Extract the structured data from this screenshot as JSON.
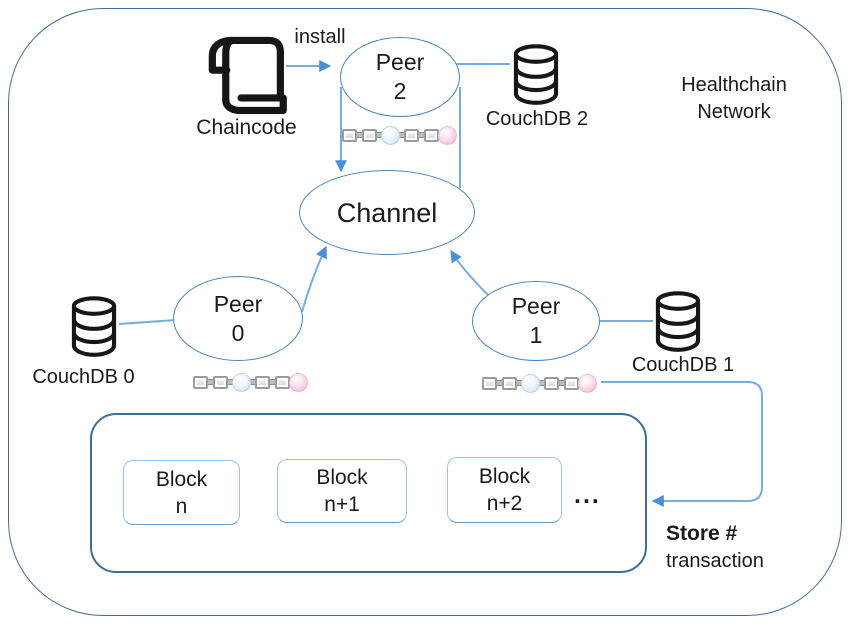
{
  "network": {
    "name_line1": "Healthchain",
    "name_line2": "Network"
  },
  "chaincode": {
    "label": "Chaincode",
    "action_label": "install"
  },
  "channel": {
    "label": "Channel"
  },
  "peers": [
    {
      "id": "peer-2",
      "name_line1": "Peer",
      "name_line2": "2",
      "db_label": "CouchDB 2"
    },
    {
      "id": "peer-0",
      "name_line1": "Peer",
      "name_line2": "0",
      "db_label": "CouchDB 0"
    },
    {
      "id": "peer-1",
      "name_line1": "Peer",
      "name_line2": "1",
      "db_label": "CouchDB 1"
    }
  ],
  "ledger": {
    "blocks": [
      {
        "line1": "Block",
        "line2": "n"
      },
      {
        "line1": "Block",
        "line2": "n+1"
      },
      {
        "line1": "Block",
        "line2": "n+2"
      }
    ],
    "ellipsis": "...",
    "note_line1": "Store #",
    "note_line2": "transaction"
  },
  "icons": {
    "chaincode": "scroll-icon",
    "state_database": "database-icon",
    "peer_ledger": "blockchain-chain-icon"
  },
  "colors": {
    "connector": "#76ade0",
    "arrowhead": "#4a90d9",
    "node_border": "#4a86b8",
    "container_border": "#3f6d96",
    "block_border": "#9cc2e5",
    "icon_stroke": "#161616",
    "text": "#1b1b1b",
    "ball_blue": "#dbe9f7",
    "ball_pink": "#f3c9df"
  }
}
